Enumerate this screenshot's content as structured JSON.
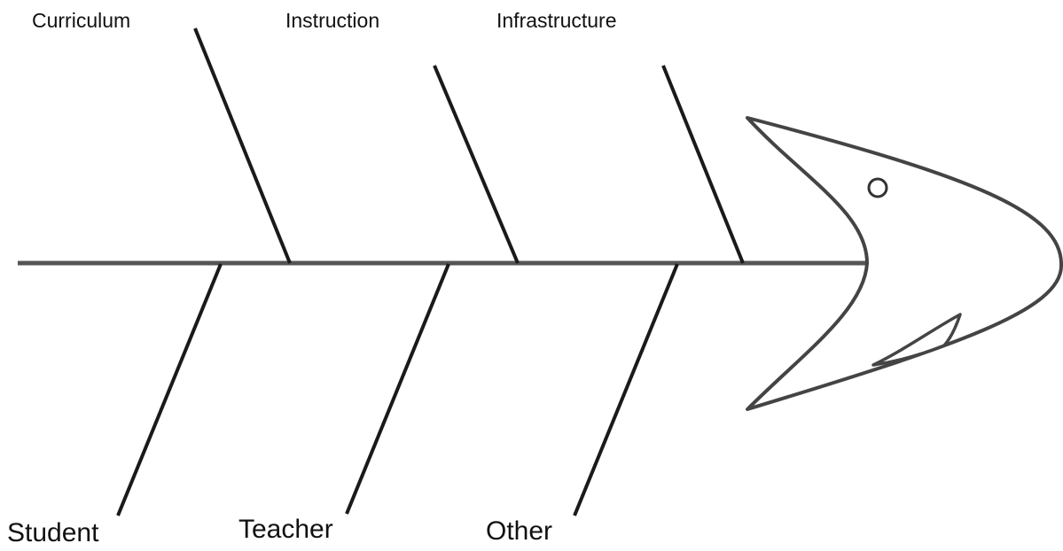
{
  "categories": {
    "top": [
      "Curriculum",
      "Instruction",
      "Infrastructure"
    ],
    "bottom": [
      "Student",
      "Teacher",
      "Other"
    ]
  },
  "colors": {
    "line": "#1a1a1a",
    "spine": "#555555",
    "background": "#ffffff"
  },
  "icons": {
    "head": "fish-head-icon",
    "eye": "fish-eye-icon",
    "fin": "fish-fin-icon"
  }
}
